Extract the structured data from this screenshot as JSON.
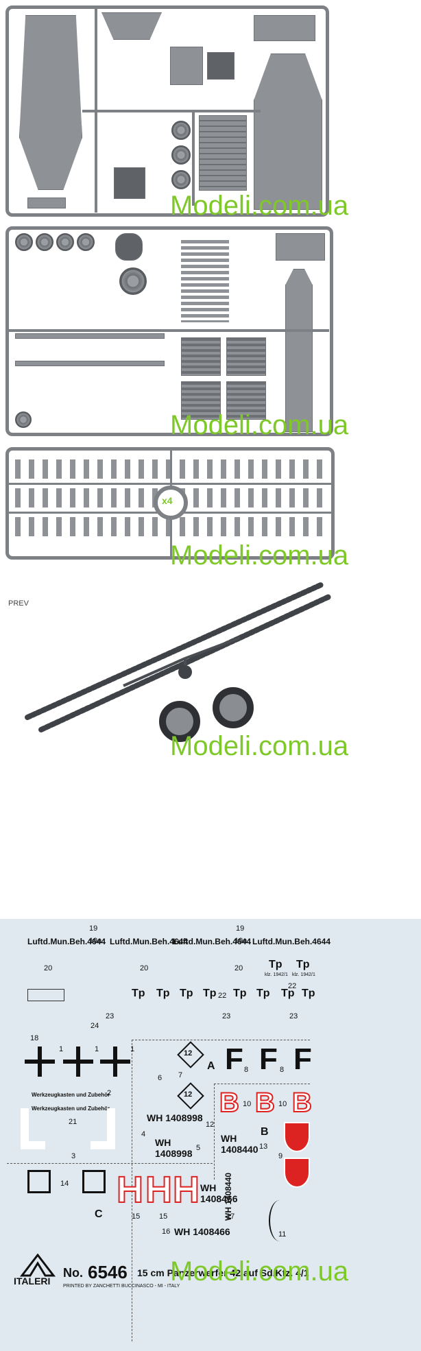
{
  "watermark": "Modeli.com.ua",
  "prev_label": "PREV",
  "sprue_c": {
    "badge": "x4"
  },
  "decal_sheet": {
    "luftd_label": "Luftd.Mun.Beh.4644",
    "tp_label": "Tp",
    "kz_label": "klz. 1942/1",
    "werkzeug_label": "Werkzeugkasten und Zubehör",
    "wh_registrations": [
      "WH 1408998",
      "WH 1408998",
      "WH 1408440",
      "WH 1408466",
      "WH 1408466",
      "WH 1408440"
    ],
    "letters_F": [
      "F",
      "F",
      "F"
    ],
    "letters_B": [
      "B",
      "B",
      "B"
    ],
    "letters_H": [
      "H",
      "H",
      "H"
    ],
    "section_letters": [
      "A",
      "B",
      "C"
    ],
    "diamond_number": "12",
    "kit_number_prefix": "No.",
    "kit_number": "6546",
    "kit_name": "15 cm Panzerwerfer 42 auf Sd.Kfz. 4/1",
    "brand": "ITALERI",
    "printer": "PRINTED BY ZANCHETTI BUCCINASCO - MI - ITALY",
    "numbers": [
      "19",
      "19",
      "19a",
      "19a",
      "20",
      "20",
      "20",
      "21",
      "22",
      "22",
      "23",
      "23",
      "23",
      "24",
      "1",
      "1",
      "1",
      "2",
      "3",
      "4",
      "5",
      "6",
      "7",
      "8",
      "8",
      "9",
      "10",
      "10",
      "11",
      "12",
      "13",
      "14",
      "15",
      "15",
      "16",
      "17",
      "18"
    ]
  },
  "colors": {
    "plastic": "#8e9195",
    "watermark": "#7ec82a",
    "decal_bg": "#dfe9ef",
    "decal_red": "#dd2222"
  }
}
